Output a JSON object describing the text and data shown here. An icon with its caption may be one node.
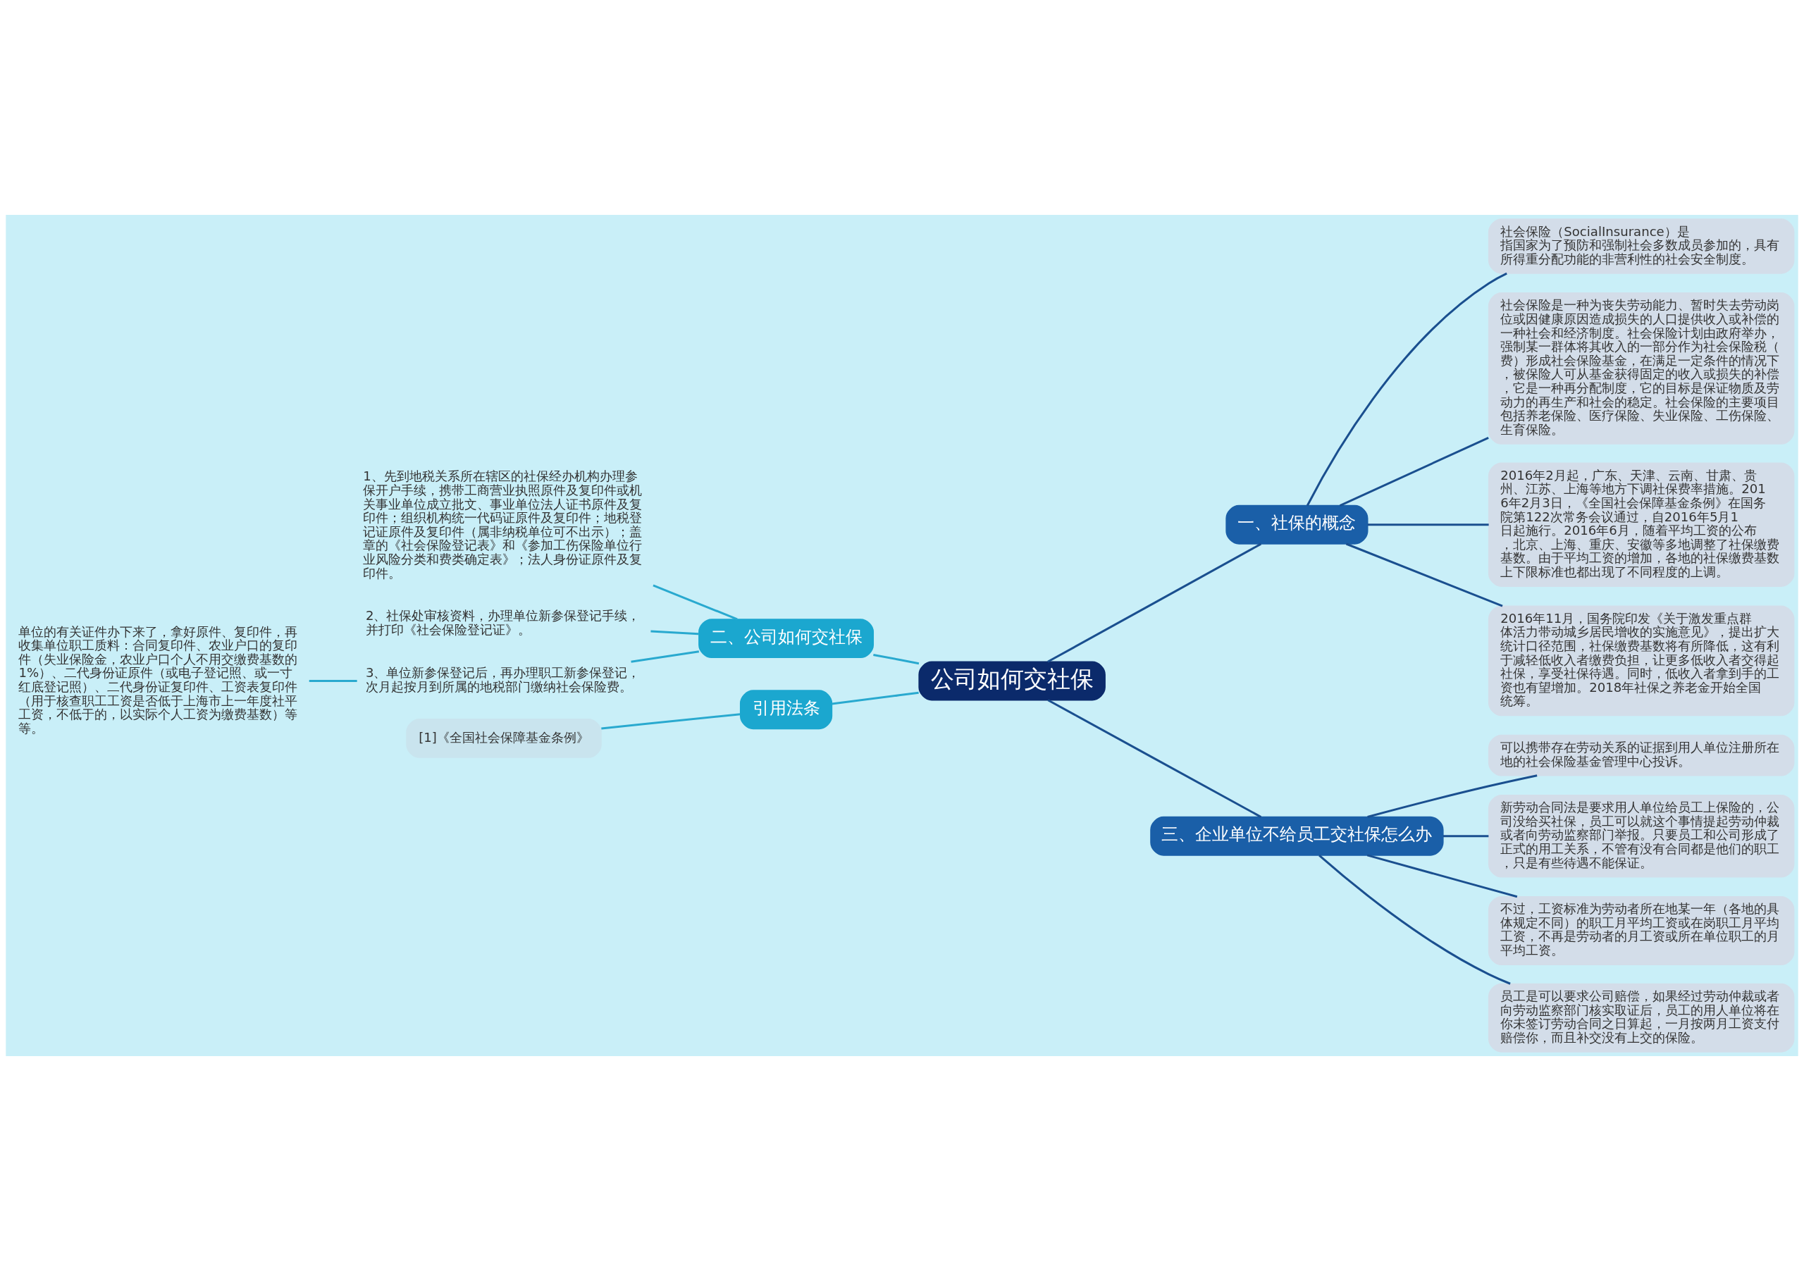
{
  "diagram": {
    "nodes": [
      {
        "text": [
          "公司如何交社保"
        ]
      },
      {
        "text": [
          "一、社保的概念"
        ]
      },
      {
        "text": [
          "社会保险（SocialInsurance）是指国家为了预防和强制社会多数成员参加的，具有所得重分配功能的非营利性的社会安全制度。"
        ]
      },
      {
        "text": [
          "社会保险是一种为丧失劳动能力、暂时失去劳动岗位或因健康原因造成损失的人口提供收入或补偿的一种社会和经济制度。社会保险计划由政府举办，强制某一群体将其收入的一部分作为社会保险税（费）形成社会保险基金，在满足一定条件的情况下，被保险人可从基金获得固定的收入或损失的补偿，它是一种再分配制度，它的目标是保证物质及劳动力的再生产和社会的稳定。社会保险的主要项目包括养老保险、医疗保险、失业保险、工伤保险、生育保险。"
        ]
      },
      {
        "text": [
          "2016年2月起，广东、天津、云南、甘肃、贵州、江苏、上海等地方下调社保费率措施。2016年2月3日，《全国社会保障基金条例》在国务院第122次常务会议通过，自2016年5月1日起施行。2016年6月，随着平均工资的公布，北京、上海、重庆、安徽等多地调整了社保缴费基数。由于平均工资的增加，各地的社保缴费基数上下限标准也都出现了不同程度的上调。"
        ]
      },
      {
        "text": [
          "2016年11月，国务院印发《关于激发重点群体活力带动城乡居民增收的实施意见》，提出扩大统计口径范围，社保缴费基数将有所降低，这有利于减轻低收入者缴费负担，让更多低收入者交得起社保，享受社保待遇。同时，低收入者拿到手的工资也有望增加。2018年社保之养老金开始全国统筹。"
        ]
      },
      {
        "text": [
          "三、企业单位不给员工交社保怎么办"
        ]
      },
      {
        "text": [
          "可以携带存在劳动关系的证据到用人单位注册所在地的社会保险基金管理中心投诉。"
        ]
      },
      {
        "text": [
          "新劳动合同法是要求用人单位给员工上保险的，公司没给买社保，员工可以就这个事情提起劳动仲裁或者向劳动监察部门举报。只要员工和公司形成了正式的用工关系，不管有没有合同都是他们的职工，只是有些待遇不能保证。"
        ]
      },
      {
        "text": [
          "不过，工资标准为劳动者所在地某一年（各地的具体规定不同）的职工月平均工资或在岗职工月平均工资，不再是劳动者的月工资或所在单位职工的月平均工资。"
        ]
      },
      {
        "text": [
          "员工是可以要求公司赔偿，如果经过劳动仲裁或者向劳动监察部门核实取证后，员工的用人单位将在你未签订劳动合同之日算起，一月按两月工资支付赔偿你，而且补交没有上交的保险。"
        ]
      },
      {
        "text": [
          "二、公司如何交社保"
        ]
      },
      {
        "text": [
          "1、先到地税关系所在辖区的社保经办机构办理参保开户手续，携带工商营业执照原件及复印件或机关事业单位成立批文、事业单位法人证书原件及复印件；组织机构统一代码证原件及复印件；地税登记证原件及复印件（属非纳税单位可不出示）；盖章的《社会保险登记表》和《参加工伤保险单位行业风险分类和费类确定表》；法人身份证原件及复印件。"
        ]
      },
      {
        "text": [
          "2、社保处审核资料，办理单位新参保登记手续，并打印《社会保险登记证》。"
        ]
      },
      {
        "text": [
          "3、单位新参保登记后，再办理职工新参保登记，次月起按月到所属的地税部门缴纳社会保险费。"
        ]
      },
      {
        "text": [
          "单位的有关证件办下来了，拿好原件、复印件，再收集单位职工质料：合同复印件、农业户口的复印件（失业保险金，农业户口个人不用交缴费基数的1%）、二代身份证原件（或电子登记照、或一寸红底登记照）、二代身份证复印件、工资表复印件（用于核查职工工资是否低于上海市上一年度社平工资，不低于的，以实际个人工资为缴费基数）等等。"
        ]
      },
      {
        "text": [
          "引用法条"
        ]
      },
      {
        "text": [
          "[1]《全国社会保障基金条例》"
        ]
      }
    ],
    "edges": [
      {
        "from": 0,
        "to": 1,
        "arrow": "none"
      },
      {
        "from": 1,
        "to": 2,
        "arrow": "none"
      },
      {
        "from": 1,
        "to": 3,
        "arrow": "none"
      },
      {
        "from": 1,
        "to": 4,
        "arrow": "none"
      },
      {
        "from": 1,
        "to": 5,
        "arrow": "none"
      },
      {
        "from": 0,
        "to": 6,
        "arrow": "none"
      },
      {
        "from": 6,
        "to": 7,
        "arrow": "none"
      },
      {
        "from": 6,
        "to": 8,
        "arrow": "none"
      },
      {
        "from": 6,
        "to": 9,
        "arrow": "none"
      },
      {
        "from": 6,
        "to": 10,
        "arrow": "none"
      },
      {
        "from": 0,
        "to": 11,
        "arrow": "none",
        "color": "#29a9cf"
      },
      {
        "from": 11,
        "to": 12,
        "arrow": "none",
        "color": "#29a9cf"
      },
      {
        "from": 11,
        "to": 13,
        "arrow": "none",
        "color": "#29a9cf"
      },
      {
        "from": 11,
        "to": 14,
        "arrow": "none",
        "color": "#29a9cf"
      },
      {
        "from": 14,
        "to": 15,
        "arrow": "none",
        "color": "#29a9cf"
      },
      {
        "from": 0,
        "to": 16,
        "arrow": "none",
        "color": "#29a9cf"
      },
      {
        "from": 16,
        "to": 17,
        "arrow": "none",
        "color": "#29a9cf"
      }
    ]
  }
}
